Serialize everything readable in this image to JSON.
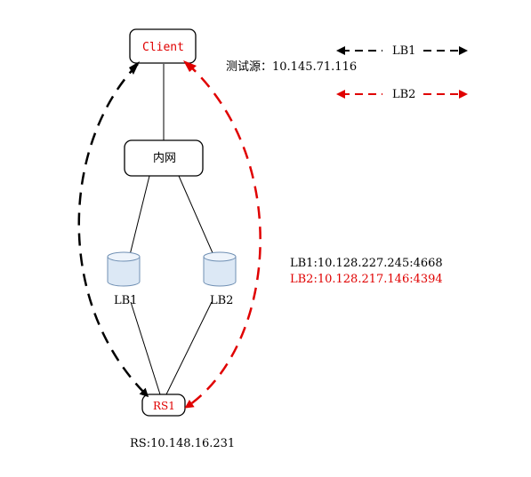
{
  "nodes": {
    "client": "Client",
    "intranet": "内网",
    "lb1": "LB1",
    "lb2": "LB2",
    "rs1": "RS1"
  },
  "labels": {
    "source": "测试源：10.145.71.116",
    "lb1_addr": "LB1:10.128.227.245:4668",
    "lb2_addr": "LB2:10.128.217.146:4394",
    "rs_addr": "RS:10.148.16.231"
  },
  "legend": [
    {
      "label": "LB1",
      "color": "#000000"
    },
    {
      "label": "LB2",
      "color": "#e00000"
    }
  ],
  "colors": {
    "path_lb1": "#000000",
    "path_lb2": "#e00000",
    "cylinder_fill": "#dce8f5",
    "cylinder_stroke": "#6f8fb3"
  }
}
